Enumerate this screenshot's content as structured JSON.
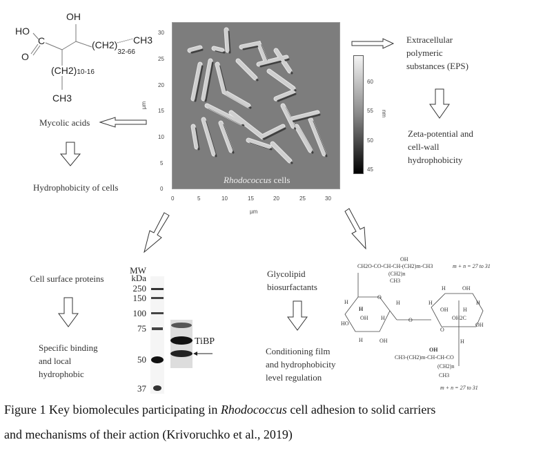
{
  "mycolic_structure": {
    "oh": "OH",
    "ho": "HO",
    "c": "C",
    "o": "O",
    "ch2_main": "(CH2)",
    "ch2_main_sub": "32-66",
    "ch3_right": "CH3",
    "ch2_branch": "(CH2)",
    "ch2_branch_sub": "10-16",
    "ch3_bottom": "CH3"
  },
  "afm_image": {
    "overlay_label_italic": "Rhodococcus",
    "overlay_label_rest": " cells",
    "y_axis_label": "µm",
    "x_axis_label": "µm",
    "x_ticks": [
      "0",
      "5",
      "10",
      "15",
      "20",
      "25",
      "30"
    ],
    "y_ticks": [
      "0",
      "5",
      "10",
      "15",
      "20",
      "25",
      "30"
    ],
    "colorbar_label": "nm",
    "colorbar_ticks": [
      "60",
      "55",
      "50",
      "45"
    ]
  },
  "labels": {
    "mycolic_acids": "Mycolic acids",
    "hydrophobicity_cells": "Hydrophobicity of cells",
    "eps_line1": "Extracellular",
    "eps_line2": "polymeric",
    "eps_line3": "substances (EPS)",
    "zeta_line1": "Zeta-potential and",
    "zeta_line2": "cell-wall",
    "zeta_line3": "hydrophobicity",
    "surface_proteins": "Cell surface proteins",
    "binding_line1": "Specific binding",
    "binding_line2": "and local",
    "binding_line3": "hydrophobic",
    "glyco_line1": "Glycolipid",
    "glyco_line2": "biosurfactants",
    "cond_line1": "Conditioning film",
    "cond_line2": "and hydrophobicity",
    "cond_line3": "level regulation"
  },
  "gel": {
    "header_line1": "MW",
    "header_line2": "kDa",
    "markers": [
      "250",
      "150",
      "100",
      "75",
      "50",
      "37"
    ],
    "band_label": "TiBP"
  },
  "glycolipid_structure": {
    "top_chain": "CH2O-CO-CH-CH-(CH2)m-CH3",
    "top_oh": "OH",
    "top_branch1": "(CH2)n",
    "top_branch2": "CH3",
    "top_formula_note": "m + n = 27 to 31",
    "bottom_chain": "CH3-(CH2)m-CH-CH-CO",
    "bottom_oh": "OH",
    "bottom_branch1": "(CH2)n",
    "bottom_branch2": "CH3",
    "bottom_formula_note": "m + n = 27 to 31",
    "ring_labels": {
      "h": "H",
      "oh": "OH",
      "ho": "HO",
      "o": "O",
      "oh2c": "OH2C"
    }
  },
  "caption": {
    "line1_prefix": "Figure 1 Key biomolecules participating in ",
    "line1_italic": "Rhodococcus",
    "line1_suffix": " cell adhesion to solid carriers",
    "line2": "and mechanisms of their action (Krivoruchko et al., 2019)"
  }
}
